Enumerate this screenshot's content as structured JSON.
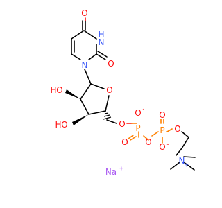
{
  "colors": {
    "carbon": "#000000",
    "oxygen": "#ff0d0d",
    "nitrogen": "#3050f8",
    "phosphorus": "#ff8000",
    "sodium": "#ab5cf2"
  },
  "atoms": {
    "o_keto_top": "O",
    "n_h": "H",
    "n_h_N": "N",
    "o_keto_right": "O",
    "n_ring": "N",
    "ho_upper_H": "H",
    "ho_upper_O": "O",
    "o_ring": "O",
    "ho_lower_H": "H",
    "ho_lower_O": "O",
    "o_ester": "O",
    "o_minus_1": "O",
    "o_minus_1_charge": "-",
    "p1": "P",
    "o_dbl_1": "O",
    "o_bridge": "O",
    "p2": "P",
    "o_dbl_2": "O",
    "o_minus_2": "O",
    "o_minus_2_charge": "-",
    "o_choline": "O",
    "n_plus": "N",
    "n_plus_charge": "+",
    "na": "Na",
    "na_charge": "+"
  }
}
